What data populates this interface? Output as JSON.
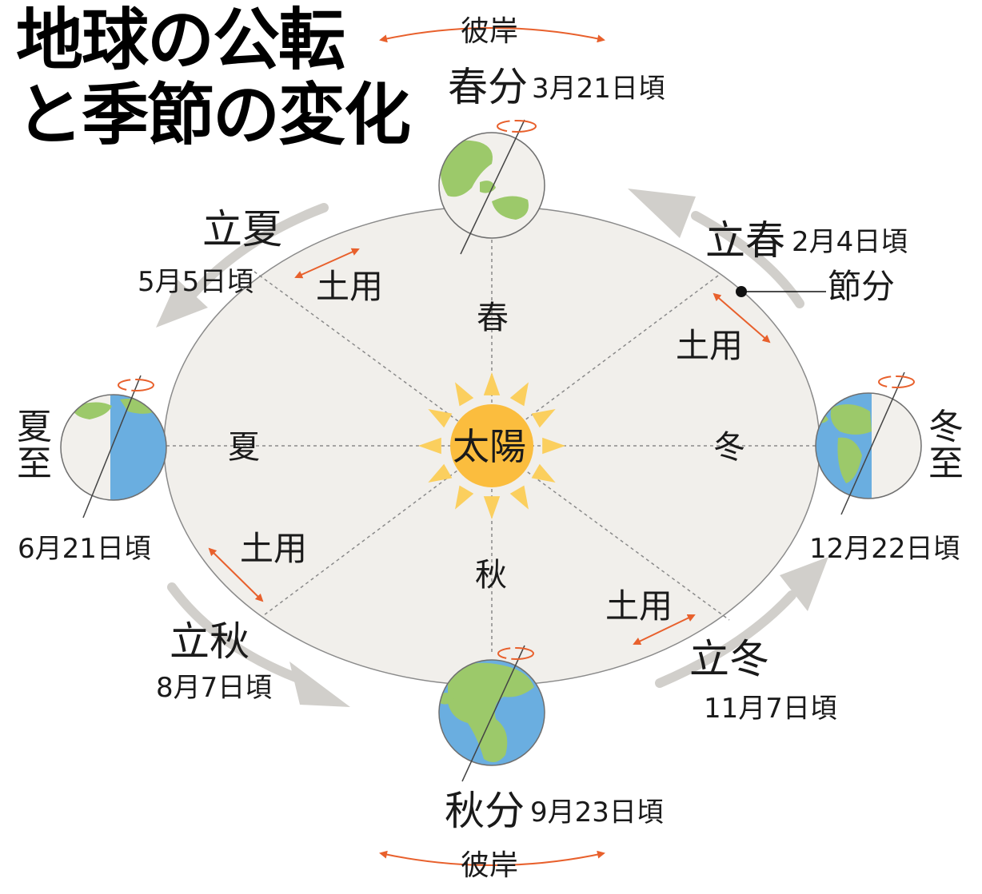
{
  "title": {
    "line1": "地球の公転",
    "line2": "と季節の変化"
  },
  "sun": "太陽",
  "seasons": {
    "spring": "春",
    "summer": "夏",
    "autumn": "秋",
    "winter": "冬"
  },
  "doyo": "土用",
  "higan": "彼岸",
  "setsubun": "節分",
  "points": {
    "shunbun": {
      "name": "春分",
      "date": "3月21日頃"
    },
    "geshi": {
      "name": "夏至",
      "date": "6月21日頃"
    },
    "shubun": {
      "name": "秋分",
      "date": "9月23日頃"
    },
    "toji": {
      "name": "冬至",
      "date": "12月22日頃"
    },
    "rissyun": {
      "name": "立春",
      "date": "2月4日頃"
    },
    "rikka": {
      "name": "立夏",
      "date": "5月5日頃"
    },
    "risshu": {
      "name": "立秋",
      "date": "8月7日頃"
    },
    "ritto": {
      "name": "立冬",
      "date": "11月7日頃"
    }
  },
  "colors": {
    "orbit_fill": "#f1efeb",
    "ocean": "#6aaee0",
    "land": "#9cc96a",
    "night": "#f2f0ec",
    "sun": "#fbbd3e",
    "ray": "#fbcf5e",
    "orange": "#e8602c",
    "gray_arrow": "#d1cfcb"
  }
}
